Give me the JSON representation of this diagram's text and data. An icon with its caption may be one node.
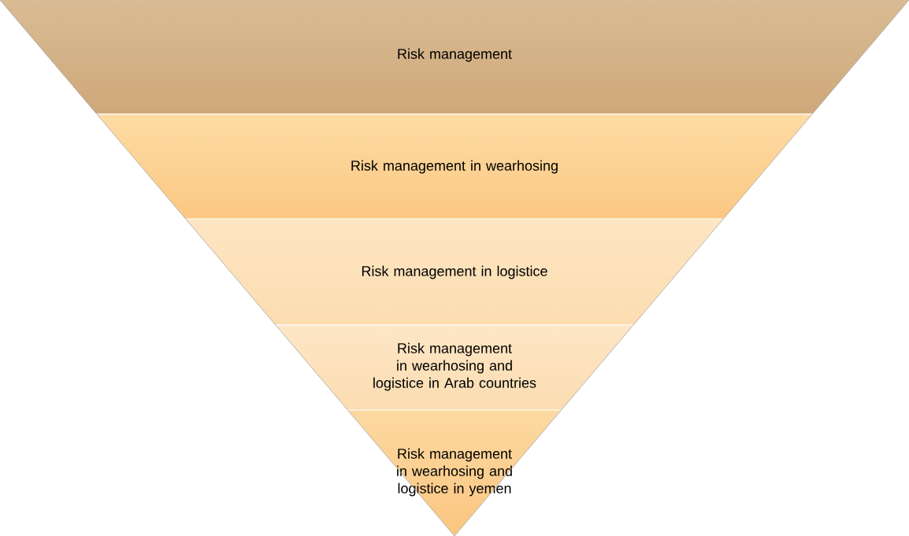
{
  "diagram": {
    "nodes": [
      {
        "text": [
          "Risk management"
        ]
      },
      {
        "text": [
          "Risk management in wearhosing"
        ]
      },
      {
        "text": [
          "Risk management in logistice"
        ]
      },
      {
        "text": [
          "Risk management in wearhosing and logistice in Arab countries"
        ]
      },
      {
        "text": [
          "Risk management in wearhosing and logistice in yemen"
        ]
      }
    ]
  }
}
